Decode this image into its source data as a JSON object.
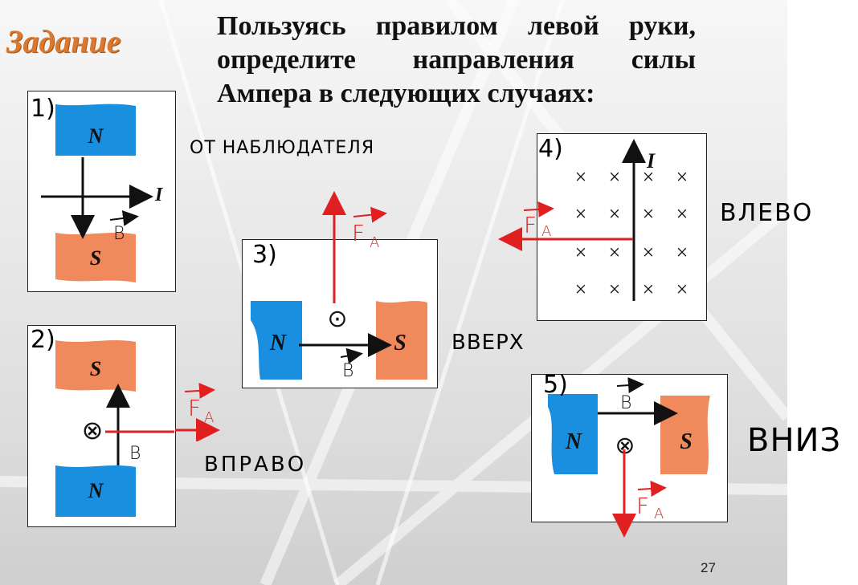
{
  "slide": {
    "heading": "Задание",
    "task_lines": [
      "Пользуясь правилом левой руки,",
      "определите направления силы",
      "Ампера в следующих случаях:"
    ],
    "page_number": "27"
  },
  "magnet_poles": {
    "north": "N",
    "south": "S"
  },
  "symbols": {
    "current": "I",
    "field": "B",
    "force": "F",
    "force_subscript": "A",
    "into_page": "⊗",
    "out_of_page": "⊙",
    "cross": "×"
  },
  "cases": [
    {
      "number": "1)",
      "answer": "ОТ НАБЛЮДАТЕЛЯ"
    },
    {
      "number": "2)",
      "answer": "ВПРАВО"
    },
    {
      "number": "3)",
      "answer": "ВВЕРХ"
    },
    {
      "number": "4)",
      "answer": "ВЛЕВО"
    },
    {
      "number": "5)",
      "answer": "ВНИЗ"
    }
  ],
  "colors": {
    "heading": "#d9782e",
    "north_pole": "#1a8fe0",
    "south_pole": "#f08a5d",
    "force_arrow": "#e02020",
    "ink": "#111111"
  }
}
